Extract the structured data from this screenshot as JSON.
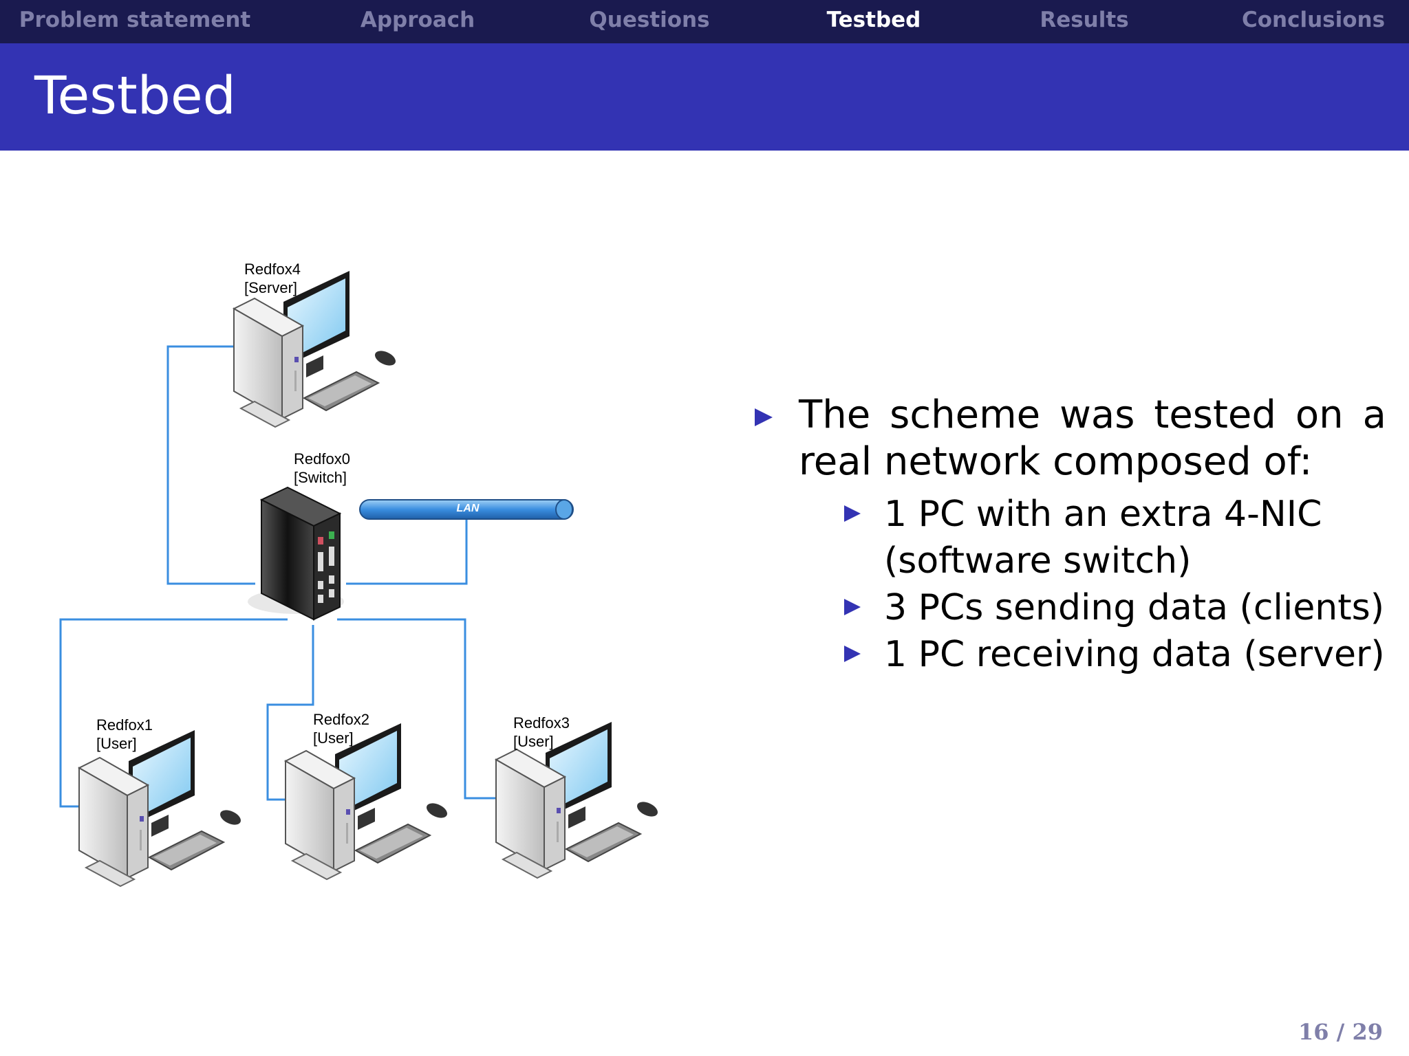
{
  "nav": {
    "items": [
      {
        "label": "Problem statement",
        "active": false
      },
      {
        "label": "Approach",
        "active": false
      },
      {
        "label": "Questions",
        "active": false
      },
      {
        "label": "Testbed",
        "active": true
      },
      {
        "label": "Results",
        "active": false
      },
      {
        "label": "Conclusions",
        "active": false
      }
    ]
  },
  "slide": {
    "title": "Testbed",
    "page": "16 / 29"
  },
  "diagram": {
    "lan_label": "LAN",
    "link_color": "#3a8ee0",
    "nodes": [
      {
        "name": "Redfox4",
        "role": "[Server]"
      },
      {
        "name": "Redfox0",
        "role": "[Switch]"
      },
      {
        "name": "Redfox1",
        "role": "[User]"
      },
      {
        "name": "Redfox2",
        "role": "[User]"
      },
      {
        "name": "Redfox3",
        "role": "[User]"
      }
    ]
  },
  "bullets": {
    "main": "The scheme was tested on a real network composed of:",
    "sub": [
      "1 PC with an extra 4-NIC (software switch)",
      "3 PCs sending data (clients)",
      "1 PC receiving data (server)"
    ]
  },
  "colors": {
    "nav_bg": "#1a1a4f",
    "title_bg": "#3333b3",
    "bullet": "#3333b3",
    "nav_inactive": "#7f7fa9"
  }
}
